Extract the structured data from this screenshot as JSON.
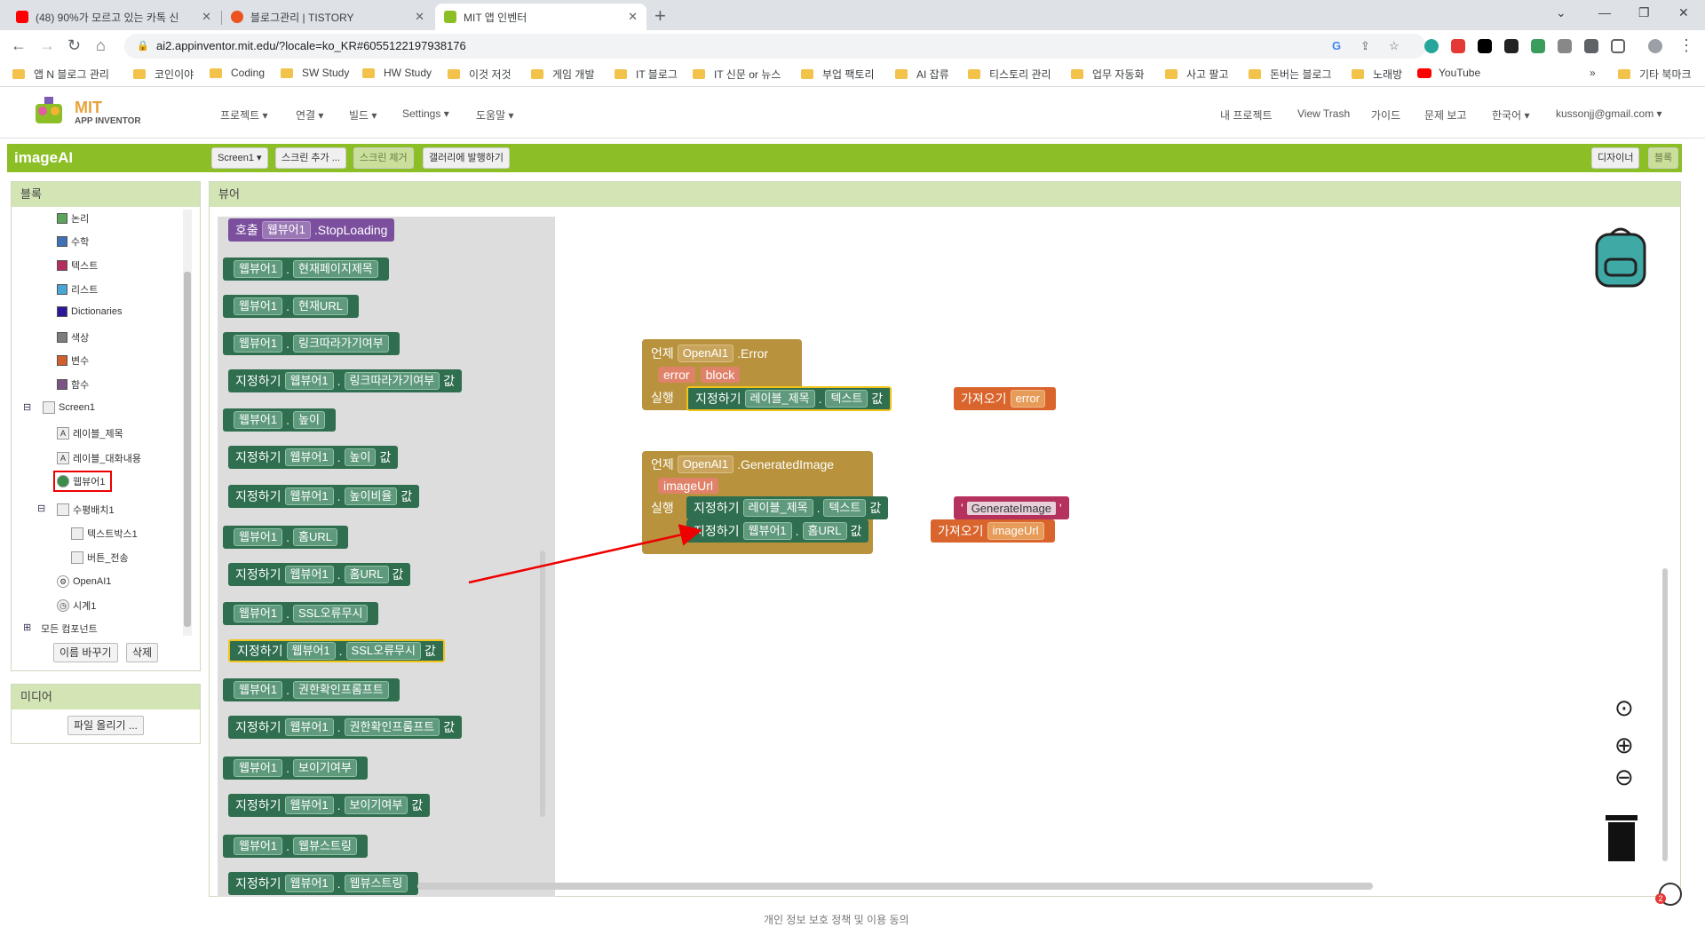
{
  "browser": {
    "tabs": [
      {
        "title": "(48) 90%가 모르고 있는 카톡 신",
        "favicon_color": "#ff0000",
        "active": false
      },
      {
        "title": "블로그관리 | TISTORY",
        "favicon_color": "#eb531f",
        "active": false
      },
      {
        "title": "MIT 앱 인벤터",
        "favicon_color": "#8cbf26",
        "active": true
      }
    ],
    "url": "ai2.appinventor.mit.edu/?locale=ko_KR#6055122197938176",
    "bookmarks": [
      "앱 N 블로그 관리",
      "코인이야",
      "Coding",
      "SW Study",
      "HW Study",
      "이것 저것",
      "게임 개발",
      "IT 블로그",
      "IT 신문 or 뉴스",
      "부업 팩토리",
      "AI 잡류",
      "티스토리 관리",
      "업무 자동화",
      "사고 팔고",
      "돈버는 블로그",
      "노래방",
      "YouTube"
    ],
    "other_bookmarks": "기타 북마크"
  },
  "app": {
    "logo_mit": "MIT",
    "logo_sub": "APP INVENTOR",
    "menus": [
      "프로젝트 ▾",
      "연결 ▾",
      "빌드 ▾",
      "Settings ▾",
      "도움말 ▾"
    ],
    "right_menus": [
      "내 프로젝트",
      "View Trash",
      "가이드",
      "문제 보고",
      "한국어 ▾",
      "kussonjj@gmail.com ▾"
    ],
    "project_name": "imageAI",
    "screen_select": "Screen1 ▾",
    "add_screen": "스크린 추가 ...",
    "remove_screen": "스크린 제거",
    "publish": "갤러리에 발행하기",
    "designer": "디자이너",
    "blocks": "블록"
  },
  "blocks_panel": {
    "header": "블록",
    "builtins": [
      {
        "label": "논리",
        "color": "#5ba55b"
      },
      {
        "label": "수학",
        "color": "#3f71b5"
      },
      {
        "label": "텍스트",
        "color": "#b32d5e"
      },
      {
        "label": "리스트",
        "color": "#49a6d4"
      },
      {
        "label": "Dictionaries",
        "color": "#2d1799"
      },
      {
        "label": "색상",
        "color": "#7d7d7d"
      },
      {
        "label": "변수",
        "color": "#d05f2d"
      },
      {
        "label": "함수",
        "color": "#7c5385"
      }
    ],
    "screen": "Screen1",
    "components": [
      "레이블_제목",
      "레이블_대화내용",
      "웹뷰어1",
      "수평배치1",
      "텍스트박스1",
      "버튼_전송",
      "OpenAI1",
      "시계1"
    ],
    "any_component": "모든 컴포넌트",
    "rename": "이름 바꾸기",
    "delete": "삭제"
  },
  "media_panel": {
    "header": "미디어",
    "upload": "파일 올리기 ..."
  },
  "viewer": {
    "header": "뷰어",
    "flyout": {
      "call": "호출",
      "component": "웹뷰어1",
      "method": ".StopLoading",
      "set": "지정하기",
      "value": "값",
      "dot": ".",
      "props": [
        "현재페이지제목",
        "현재URL",
        "링크따라가기여부",
        "높이",
        "높이비율",
        "홈URL",
        "SSL오류무시",
        "권한확인프롬프트",
        "보이기여부",
        "웹뷰스트링"
      ]
    },
    "event1": {
      "when": "언제",
      "component": "OpenAI1",
      "event": ".Error",
      "params": [
        "error",
        "block"
      ],
      "do": "실행",
      "set": "지정하기",
      "target": "레이블_제목",
      "prop": "텍스트",
      "value": "값",
      "get": "가져오기",
      "get_var": "error"
    },
    "event2": {
      "when": "언제",
      "component": "OpenAI1",
      "event": ".GeneratedImage",
      "params": [
        "imageUrl"
      ],
      "do": "실행",
      "set1_target": "레이블_제목",
      "set1_prop": "텍스트",
      "string": "GenerateImage",
      "set2_target": "웹뷰어1",
      "set2_prop": "홈URL",
      "get": "가져오기",
      "get_var": "imageUrl"
    }
  },
  "footer": "개인 정보 보호 정책 및 이용 동의",
  "notif_count": "2"
}
